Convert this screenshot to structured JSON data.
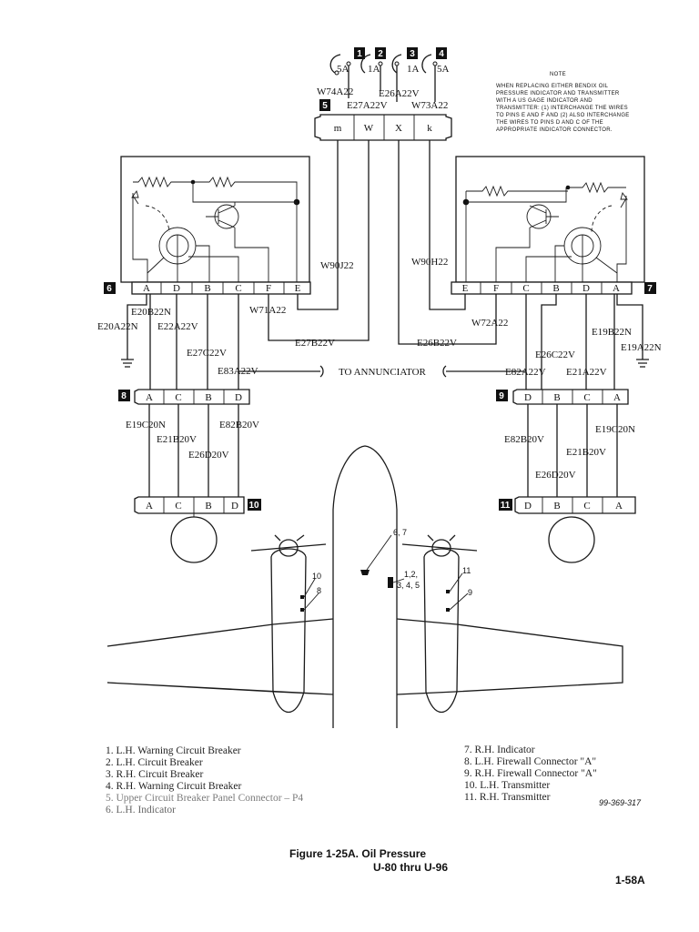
{
  "breakers": [
    {
      "num": "1",
      "amp": "5A"
    },
    {
      "num": "2",
      "amp": "1A"
    },
    {
      "num": "3",
      "amp": "1A"
    },
    {
      "num": "4",
      "amp": "5A"
    }
  ],
  "breaker_wires": {
    "w74": "W74A22",
    "e26v": "E26A22V",
    "e27v": "E27A22V",
    "w73": "W73A22"
  },
  "p4": {
    "num": "5",
    "pins": [
      "m",
      "W",
      "X",
      "k"
    ]
  },
  "note": {
    "title": "NOTE",
    "lines": [
      "WHEN   REPLACING   EITHER   BENDIX   OIL",
      "PRESSURE INDICATOR AND TRANSMITTER",
      "WITH    A    US    GAGE    INDICATOR    AND",
      "TRANSMITTER: (1) INTERCHANGE THE WIRES",
      "TO PINS E AND F AND (2) ALSO INTERCHANGE",
      "THE  WIRES  TO  PINS  D  AND  C  OF  THE",
      "APPROPRIATE INDICATOR CONNECTOR."
    ]
  },
  "lh_indicator": {
    "num": "6",
    "pins": [
      "A",
      "D",
      "B",
      "C",
      "F",
      "E"
    ]
  },
  "rh_indicator": {
    "num": "7",
    "pins": [
      "E",
      "F",
      "C",
      "B",
      "D",
      "A"
    ]
  },
  "lh_firewall": {
    "num": "8",
    "pins": [
      "A",
      "C",
      "B",
      "D"
    ]
  },
  "rh_firewall": {
    "num": "9",
    "pins": [
      "D",
      "B",
      "C",
      "A"
    ]
  },
  "lh_transmitter": {
    "num": "10",
    "pins": [
      "A",
      "C",
      "B",
      "D"
    ]
  },
  "rh_transmitter": {
    "num": "11",
    "pins": [
      "D",
      "B",
      "C",
      "A"
    ]
  },
  "wires": {
    "w90j": "W90J22",
    "w90h": "W90H22",
    "w71": "W71A22",
    "w72": "W72A22",
    "e20b": "E20B22N",
    "e20a": "E20A22N",
    "e22a": "E22A22V",
    "e27c": "E27C22V",
    "e83a": "E83A22V",
    "e27b": "E27B22V",
    "e26b": "E26B22V",
    "e19b": "E19B22N",
    "e19a": "E19A22N",
    "e26c": "E26C22V",
    "e82a": "E82A22V",
    "e21a": "E21A22V",
    "annunciator": "TO ANNUNCIATOR",
    "e19c_l": "E19C20N",
    "e21b_l": "E21B20V",
    "e82b_l": "E82B20V",
    "e26d_l": "E26D20V",
    "e19c_r": "E19C20N",
    "e82b_r": "E82B20V",
    "e21b_r": "E21B20V",
    "e26d_r": "E26D20V"
  },
  "callouts": {
    "c67": "6, 7",
    "c12": "1,2,",
    "c345": "3, 4, 5",
    "c10": "10",
    "c8": "8",
    "c11": "11",
    "c9": "9"
  },
  "legend_left": [
    "1.  L.H.  Warning Circuit Breaker",
    "2.  L.H.  Circuit Breaker",
    "3.  R.H.  Circuit Breaker",
    "4.  R.H.  Warning Circuit Breaker",
    "5.  Upper Circuit Breaker Panel Connector – P4",
    "6.  L.H.  Indicator"
  ],
  "legend_right": [
    "7.  R.H.  Indicator",
    "8.  L.H.  Firewall Connector \"A\"",
    "9.  R.H.  Firewall Connector \"A\"",
    "10.  L.H.  Transmitter",
    "11.  R.H.  Transmitter"
  ],
  "drawing_number": "99-369-317",
  "caption": {
    "line1": "Figure 1-25A.   Oil Pressure",
    "line2": "U-80 thru U-96"
  },
  "page_number": "1-58A"
}
